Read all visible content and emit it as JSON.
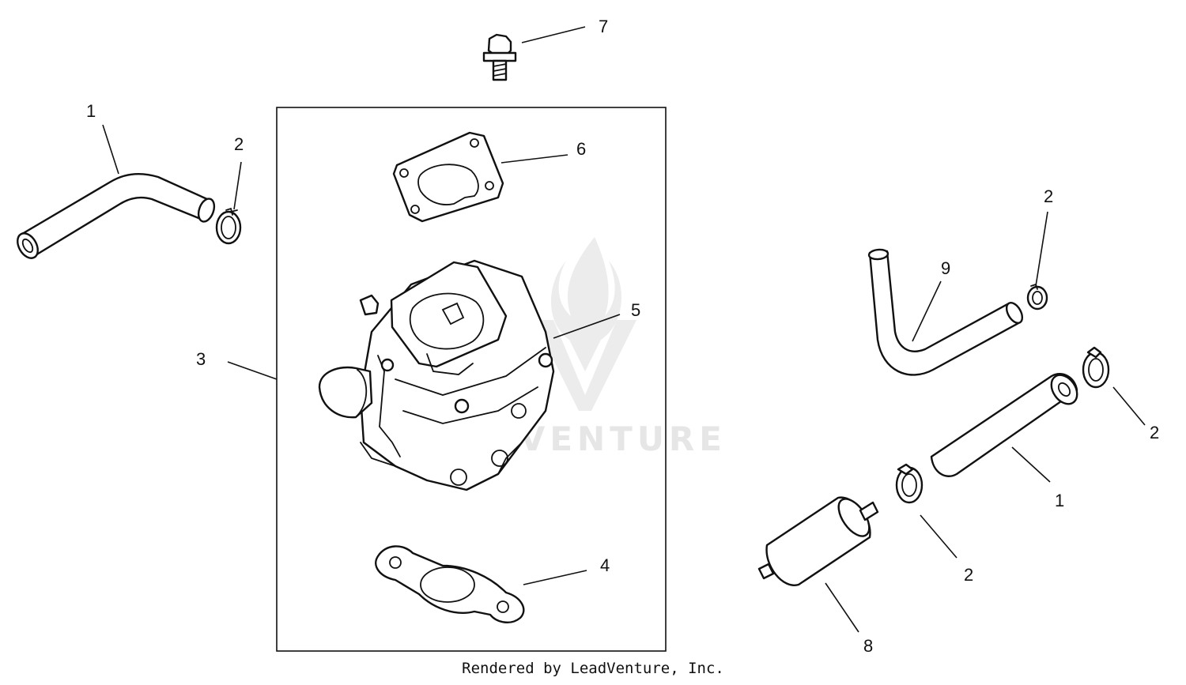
{
  "diagram": {
    "callouts": [
      {
        "id": "c1a",
        "label": "1"
      },
      {
        "id": "c2a",
        "label": "2"
      },
      {
        "id": "c3",
        "label": "3"
      },
      {
        "id": "c4",
        "label": "4"
      },
      {
        "id": "c5",
        "label": "5"
      },
      {
        "id": "c6",
        "label": "6"
      },
      {
        "id": "c7",
        "label": "7"
      },
      {
        "id": "c2b",
        "label": "2"
      },
      {
        "id": "c9",
        "label": "9"
      },
      {
        "id": "c2c",
        "label": "2"
      },
      {
        "id": "c1b",
        "label": "1"
      },
      {
        "id": "c2d",
        "label": "2"
      },
      {
        "id": "c8",
        "label": "8"
      }
    ]
  },
  "watermark": "LEADVENTURE",
  "footer": "Rendered by LeadVenture, Inc.",
  "colors": {
    "line": "#111111",
    "background": "#ffffff",
    "watermark": "#e6e6e6"
  }
}
